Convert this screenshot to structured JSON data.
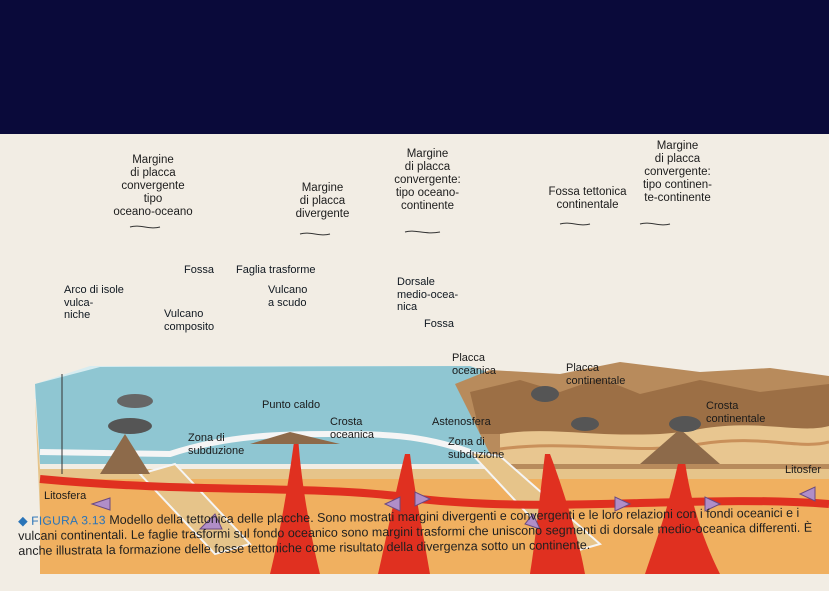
{
  "slide": {
    "background_color": "#0a0a3a",
    "title": ""
  },
  "header_labels": {
    "convergent_ocean_ocean": "Margine\ndi placca\nconvergente\ntipo\noceano-oceano",
    "divergent": "Margine\ndi placca\ndivergente",
    "convergent_ocean_continent": "Margine\ndi placca\nconvergente:\ntipo oceano-\ncontinente",
    "continental_rift": "Fossa tettonica\ncontinentale",
    "convergent_continent_continent": "Margine\ndi placca\nconvergente:\ntipo continen-\nte-continente"
  },
  "callouts": {
    "fossa_left": "Fossa",
    "faglia": "Faglia trasforme",
    "arco": "Arco di isole\nvulca-\nniche",
    "vulcano_scudo": "Vulcano\na scudo",
    "dorsale": "Dorsale\nmedio-ocea-\nnica",
    "vulcano_composito": "Vulcano\ncomposito",
    "fossa_right": "Fossa",
    "placca_oceanica": "Placca\noceanica",
    "placca_continentale": "Placca\ncontinentale",
    "punto_caldo": "Punto caldo",
    "crosta_oceanica": "Crosta\noceanica",
    "astenosfera": "Astenosfera",
    "crosta_continentale": "Crosta\ncontinentale",
    "zona_subduzione_left": "Zona di\nsubduzione",
    "zona_subduzione_right": "Zona di\nsubduzione",
    "litosfera_left": "Litosfera",
    "litosfera_right": "Litosfer"
  },
  "caption": {
    "marker": "◆",
    "figure": "FIGURA 3.13",
    "text": "Modello della tettonica delle placche. Sono mostrati margini divergenti e convergenti e le loro relazioni con i fondi oceanici e i vulcani continentali. Le faglie trasformi sul fondo oceanico sono margini trasformi che uniscono segmenti di dorsale medio-oceanica differenti. È anche illustrata la formazione delle fosse tettoniche come risultato della divergenza sotto un continente."
  },
  "colors": {
    "ocean": "#8fc6d2",
    "crust_tan": "#e6c48a",
    "mantle_orange": "#f0b060",
    "magma_red": "#e03020",
    "mountains": "#a07850",
    "arrow": "#b08ec8"
  }
}
